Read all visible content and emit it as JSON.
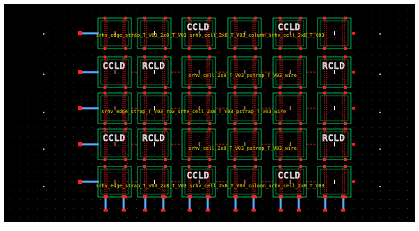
{
  "window": {
    "view": "layout-editor-canvas"
  },
  "colors": {
    "background": "#000000",
    "frame": "#ffffff",
    "grid_dot": "#3a3a3a",
    "cell_outline": "#00cc66",
    "metal_red": "#ff2020",
    "metal_blue": "#55aaff",
    "label_yellow": "#f0e000",
    "label_white": "#ffffff"
  },
  "cells": {
    "columns": 6,
    "rows": 5,
    "tags": [
      [
        "",
        "",
        "CCLD",
        "",
        "CCLD",
        ""
      ],
      [
        "CCLD",
        "RCLD",
        "",
        "",
        "",
        "RCLD"
      ],
      [
        "",
        "",
        "",
        "",
        "",
        ""
      ],
      [
        "CCLD",
        "RCLD",
        "",
        "",
        "",
        "RCLD"
      ],
      [
        "",
        "",
        "CCLD",
        "",
        "CCLD",
        ""
      ]
    ]
  },
  "row_labels": [
    "srhv_edge_strap_T_V03_2x8_T_V03   srhv_cell_2x8_T_V03_column_srhv_cell_2x8_T_V03",
    "srhv_cell_2x8_T_V03_pstrap_T_V03_wire",
    "srhv_edge_strap_T_V03_row_srhv_cell_2x8_T_V03_pstrap_T_V03_wire",
    "srhv_cell_2x8_T_V03_pstrap_T_V03_wire",
    "srhv_edge_strap_T_V03_2x8_T_V03   srhv_cell_2x8_T_V03_column_srhv_cell_2x8_T_V03"
  ],
  "tags": {
    "ccld": "CCLD",
    "rcld": "RCLD"
  }
}
